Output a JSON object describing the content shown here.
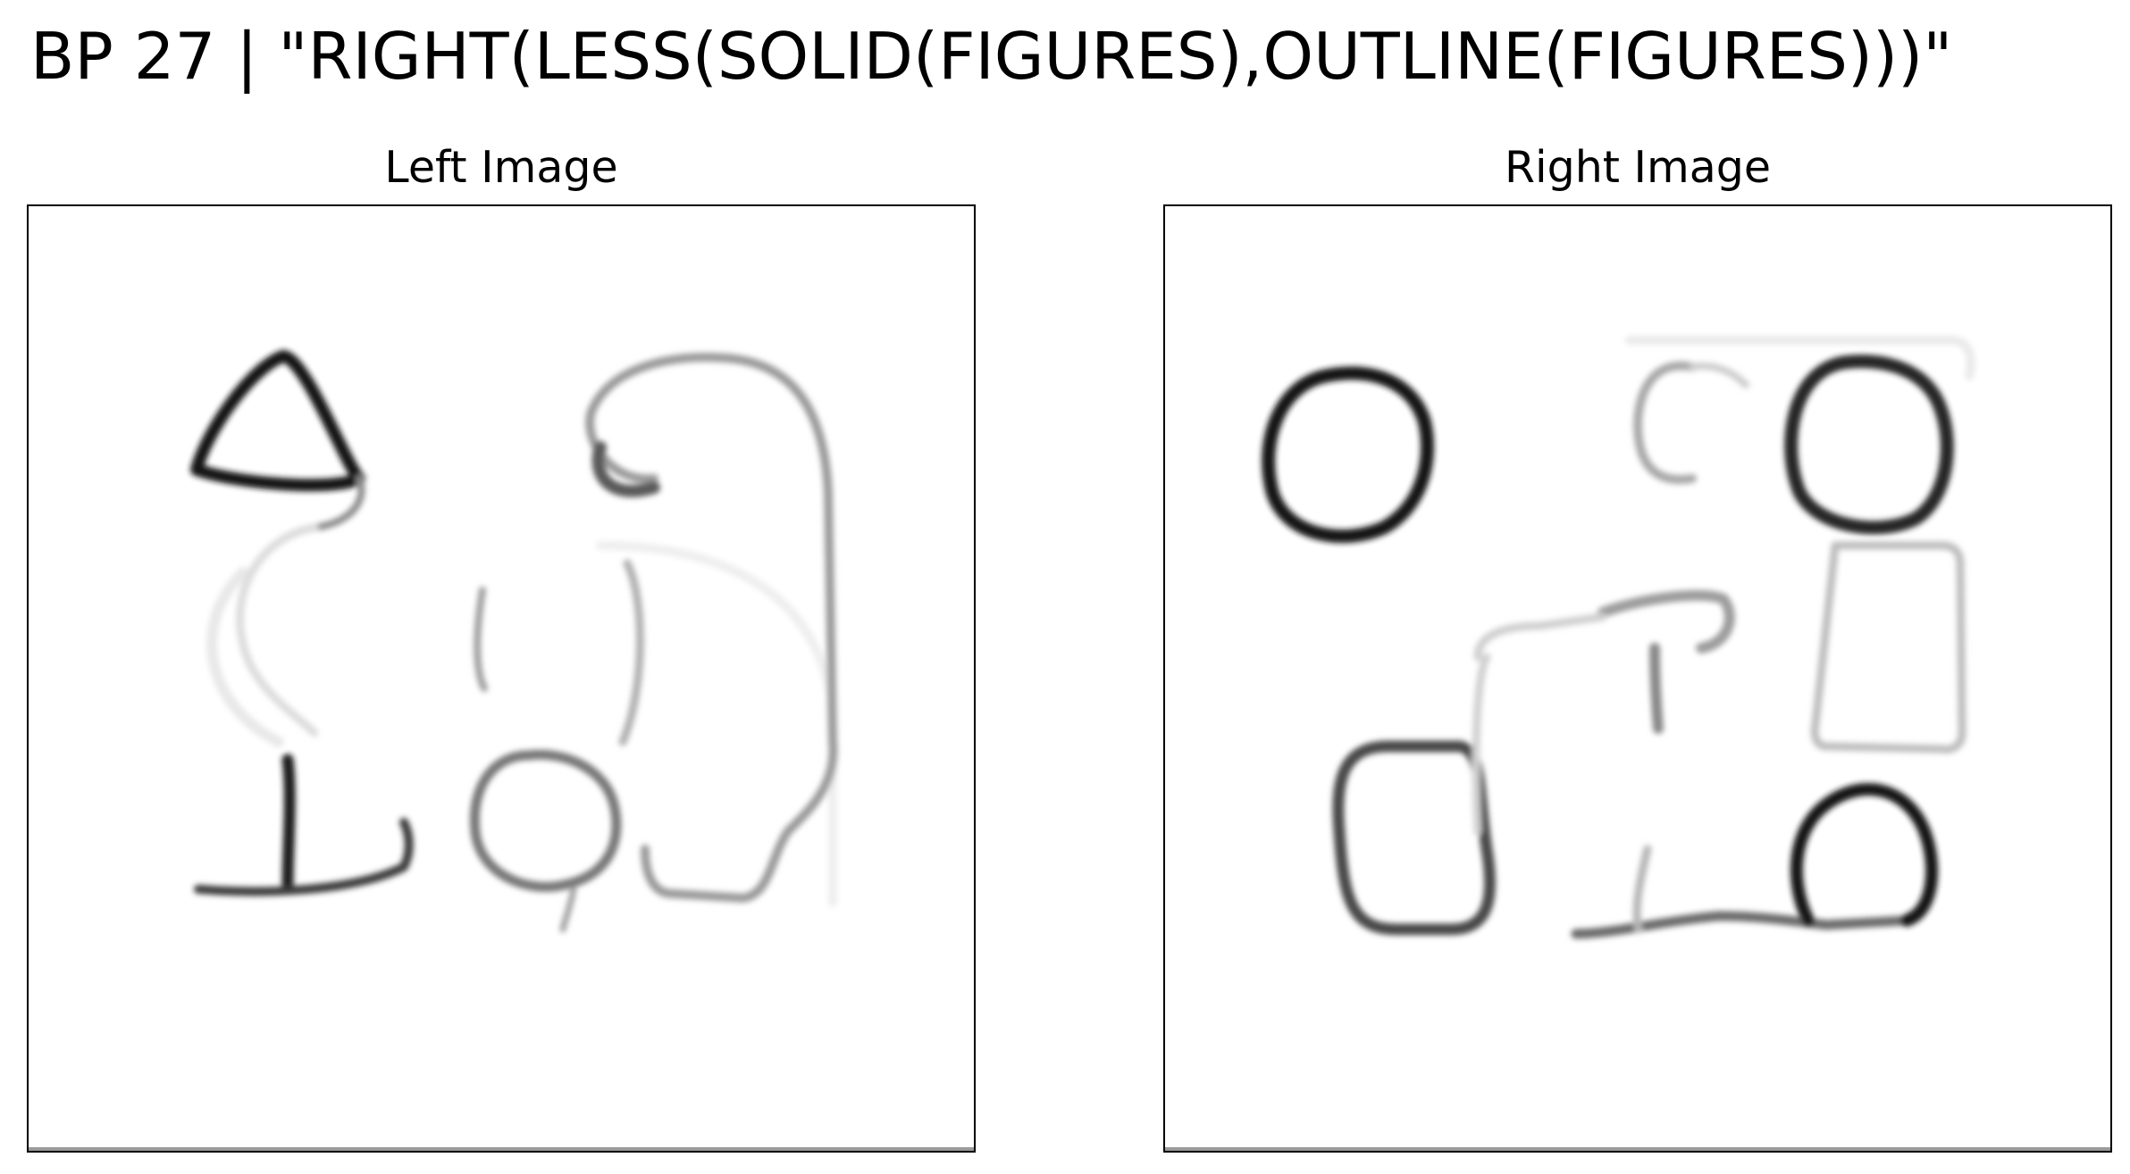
{
  "figure": {
    "title": "BP 27 | \"RIGHT(LESS(SOLID(FIGURES),OUTLINE(FIGURES)))\""
  },
  "panels": {
    "left": {
      "title": "Left Image"
    },
    "right": {
      "title": "Right Image"
    }
  },
  "colors": {
    "background": "#ffffff",
    "stroke_dark": "#111111",
    "stroke_mid": "#6a6a6a",
    "stroke_light": "#c4c4c4",
    "stroke_faint": "#e6e6e6",
    "frame": "#000000"
  }
}
